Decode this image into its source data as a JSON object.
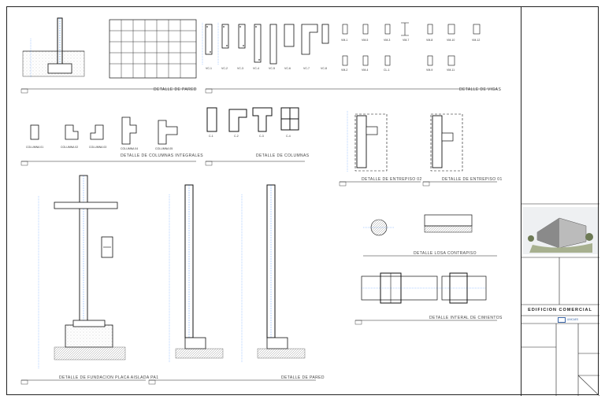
{
  "sheet": {
    "details": {
      "pared_top": "DETALLE DE PARED",
      "vigas": "DETALLE DE VIGAS",
      "columnas_integrales": "DETALLE DE COLUMNAS INTEGRALES",
      "columnas": "DETALLE DE COLUMNAS",
      "entrepiso_1": "DETALLE DE ENTREPISO 02",
      "entrepiso_2": "DETALLE DE ENTREPISO 01",
      "losa": "DETALLE LOSA CONTRAPISO",
      "cimientos": "DETALLE INTERAL DE CIMIENTOS",
      "fundacion": "DETALLE DE FUNDACION PLACA AISLADA PA1",
      "pared_bottom": "DETALLE DE PARED"
    },
    "beam_tags": [
      "VC-1",
      "VC-2",
      "VC-3",
      "VC-4",
      "VC-5",
      "VC-6",
      "VC-7",
      "VC-8"
    ],
    "viga_tags_a": [
      "VM-1",
      "VM-5",
      "VM-3",
      "VM-7",
      "VM-8",
      "VM-10",
      "VM-12"
    ],
    "viga_tags_b": [
      "VM-2",
      "VM-4",
      "CL-1",
      "VM-9",
      "VM-11"
    ],
    "column_int_tags": [
      "COLUMNA 01",
      "COLUMNA 02",
      "COLUMNA 03",
      "COLUMNA 04",
      "COLUMNA 05"
    ],
    "column_tags": [
      "C-1",
      "C-2",
      "C-3",
      "C-4"
    ]
  },
  "title_block": {
    "project_title": "EDIFICION COMERCIAL",
    "logo_text": "UNICAES"
  }
}
